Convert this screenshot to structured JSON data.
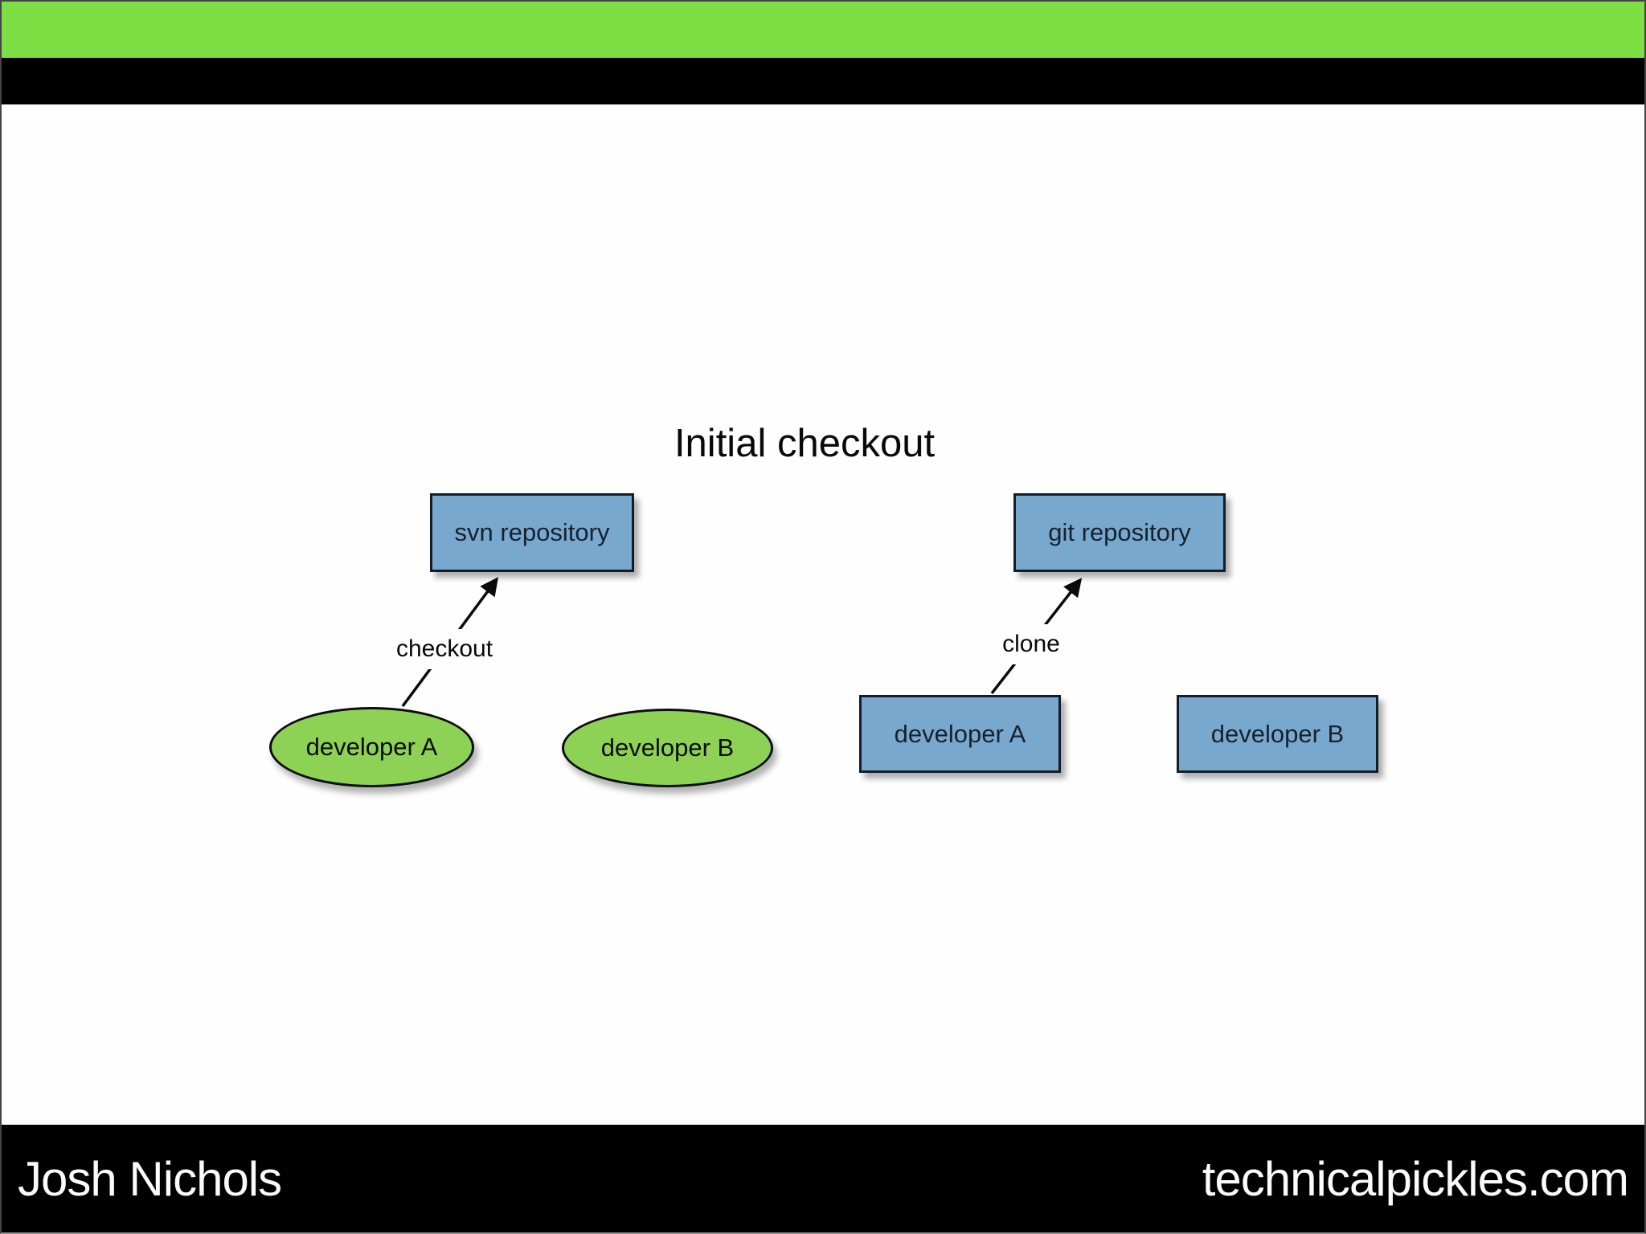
{
  "title": "Initial checkout",
  "diagram": {
    "svn": {
      "repository": "svn repository",
      "edge_label": "checkout",
      "developers": [
        "developer A",
        "developer B"
      ]
    },
    "git": {
      "repository": "git repository",
      "edge_label": "clone",
      "developers": [
        "developer A",
        "developer B"
      ]
    }
  },
  "footer": {
    "author": "Josh Nichols",
    "site": "technicalpickles.com"
  },
  "colors": {
    "header_green": "#7ddf44",
    "ellipse_green": "#8dd254",
    "box_blue": "#79a8ce",
    "bar_black": "#010101",
    "background": "#fefefe",
    "arrow_black": "#0a0a0a"
  }
}
